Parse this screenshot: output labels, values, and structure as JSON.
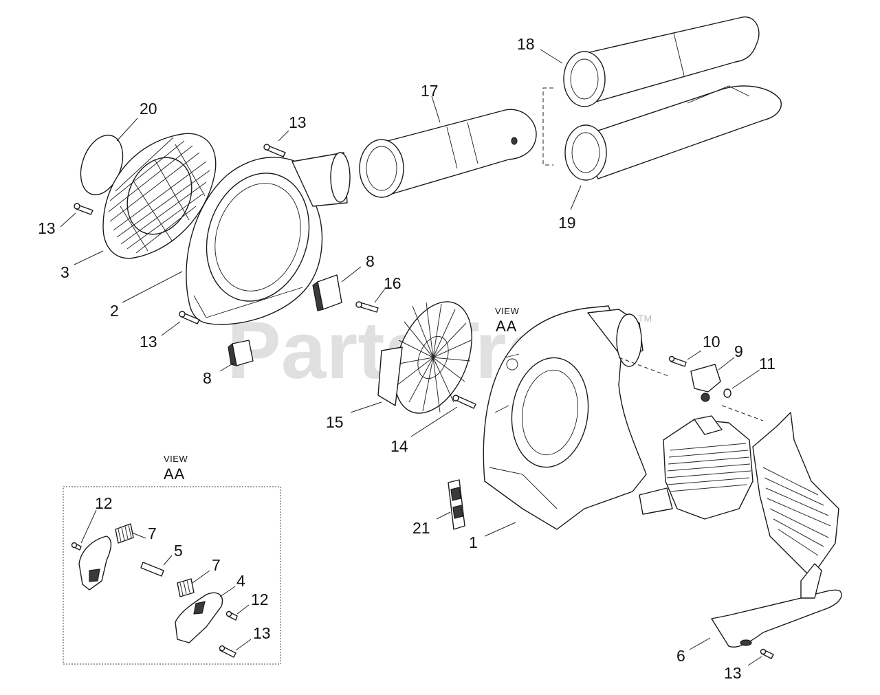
{
  "watermark": {
    "text": "PartsTree",
    "mark": "TM"
  },
  "main_view": {
    "view_word": "VIEW",
    "view_id": "AA"
  },
  "detail_view": {
    "view_word": "VIEW",
    "view_id": "AA"
  },
  "callouts": {
    "c1": "1",
    "c2": "2",
    "c3": "3",
    "c4": "4",
    "c5": "5",
    "c6": "6",
    "c7a": "7",
    "c7b": "7",
    "c8a": "8",
    "c8b": "8",
    "c9": "9",
    "c10": "10",
    "c11": "11",
    "c12a": "12",
    "c12b": "12",
    "c13a": "13",
    "c13b": "13",
    "c13c": "13",
    "c13d": "13",
    "c13e": "13",
    "c14": "14",
    "c15": "15",
    "c16": "16",
    "c17": "17",
    "c18": "18",
    "c19": "19",
    "c20": "20",
    "c21": "21"
  }
}
